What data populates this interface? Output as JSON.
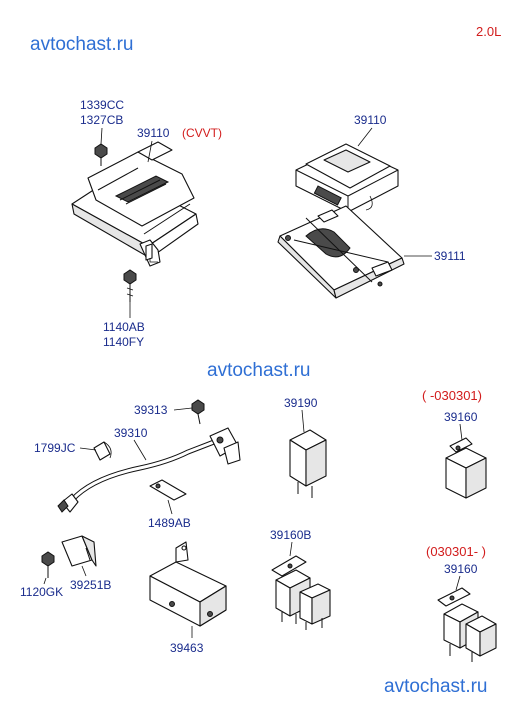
{
  "header": {
    "engine": "2.0L"
  },
  "watermarks": [
    "avtochast.ru",
    "avtochast.ru",
    "avtochast.ru"
  ],
  "parts": {
    "screw_top": [
      "1339CC",
      "1327CB"
    ],
    "ecu_cvvt_number": "39110",
    "ecu_cvvt_note": "(CVVT)",
    "ecu_number": "39110",
    "bracket_ecu": "39111",
    "bolt_bottom": [
      "1140AB",
      "1140FY"
    ],
    "bolt_harness": "39313",
    "harness": "39310",
    "clip": "1799JC",
    "clamp": "1489AB",
    "bolt_small": "1120GK",
    "bracket_small": "39251B",
    "bracket_relay": "39463",
    "fuse_relay": "39190",
    "relay_assy": "39160B",
    "relay_early_note": "( -030301)",
    "relay_early": "39160",
    "relay_late_note": "(030301- )",
    "relay_late": "39160"
  }
}
